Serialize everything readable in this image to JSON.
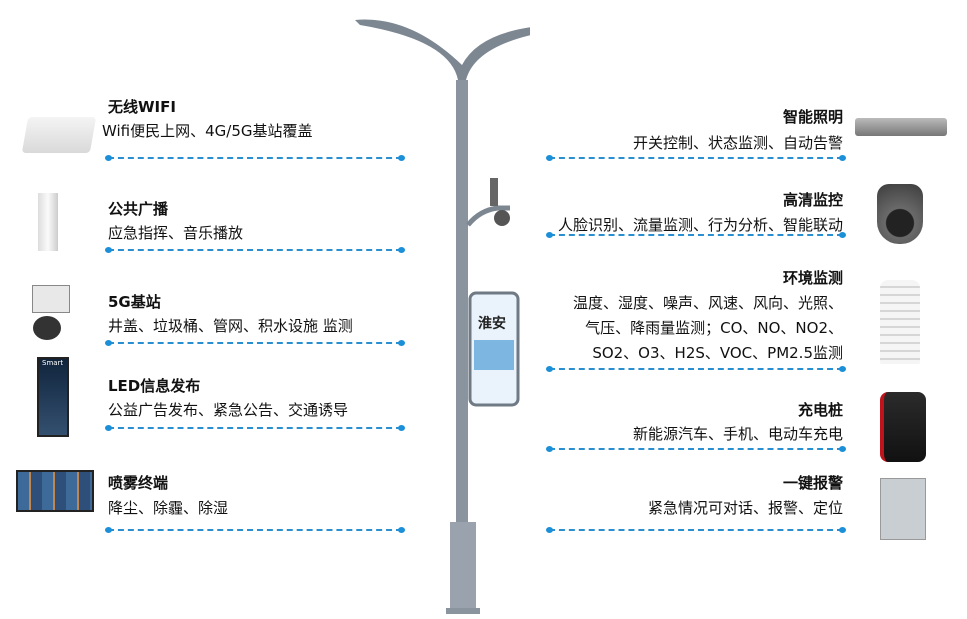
{
  "left": [
    {
      "title": "无线WIFI",
      "desc": [
        "Wifi便民上网、4G/5G基站覆盖"
      ]
    },
    {
      "title": "公共广播",
      "desc": [
        "应急指挥、音乐播放"
      ]
    },
    {
      "title": "5G基站",
      "desc": [
        "井盖、垃圾桶、管网、积水设施  监测"
      ]
    },
    {
      "title": "LED信息发布",
      "desc": [
        "公益广告发布、紧急公告、交通诱导"
      ]
    },
    {
      "title": "喷雾终端",
      "desc": [
        "降尘、除霾、除湿"
      ]
    }
  ],
  "right": [
    {
      "title": "智能照明",
      "desc": [
        "开关控制、状态监测、自动告警"
      ]
    },
    {
      "title": "高清监控",
      "desc": [
        "人脸识别、流量监测、行为分析、智能联动"
      ]
    },
    {
      "title": "环境监测",
      "desc": [
        "温度、湿度、噪声、风速、风向、光照、",
        "气压、降雨量监测；CO、NO、NO2、",
        "SO2、O3、H2S、VOC、PM2.5监测"
      ]
    },
    {
      "title": "充电桩",
      "desc": [
        "新能源汽车、手机、电动车充电"
      ]
    },
    {
      "title": "一键报警",
      "desc": [
        "紧急情况可对话、报警、定位"
      ]
    }
  ],
  "led_screen_text": "Smart",
  "accent": "#1b8fd8"
}
